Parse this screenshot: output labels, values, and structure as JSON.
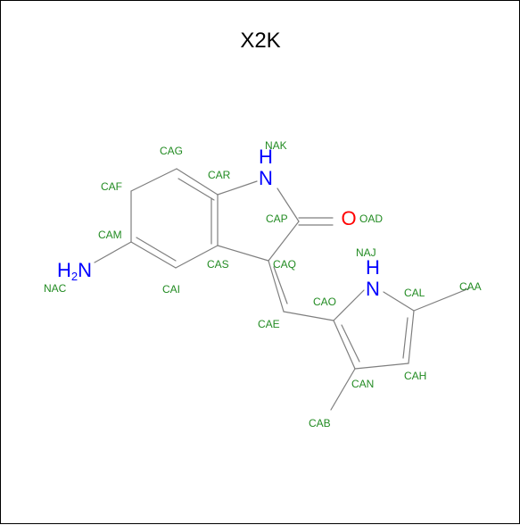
{
  "title": "X2K",
  "colors": {
    "bond": "#7f7f7f",
    "atom_label": "#228b22",
    "nitrogen": "#0000ff",
    "oxygen": "#ff0000",
    "title": "#000000"
  },
  "heteroatoms": {
    "n1": {
      "text": "N",
      "h": "H"
    },
    "o": {
      "text": "O"
    },
    "n2": {
      "text": "N",
      "h": "H"
    },
    "nh2": {
      "prefix": "H",
      "sub": "2",
      "text": "N"
    }
  },
  "atom_labels": {
    "NAK": "NAK",
    "CAG": "CAG",
    "CAR": "CAR",
    "CAF": "CAF",
    "CAP": "CAP",
    "OAD": "OAD",
    "CAM": "CAM",
    "CAS": "CAS",
    "CAQ": "CAQ",
    "NAJ": "NAJ",
    "NAC": "NAC",
    "CAI": "CAI",
    "CAO": "CAO",
    "CAL": "CAL",
    "CAA": "CAA",
    "CAE": "CAE",
    "CAH": "CAH",
    "CAN": "CAN",
    "CAB": "CAB"
  }
}
